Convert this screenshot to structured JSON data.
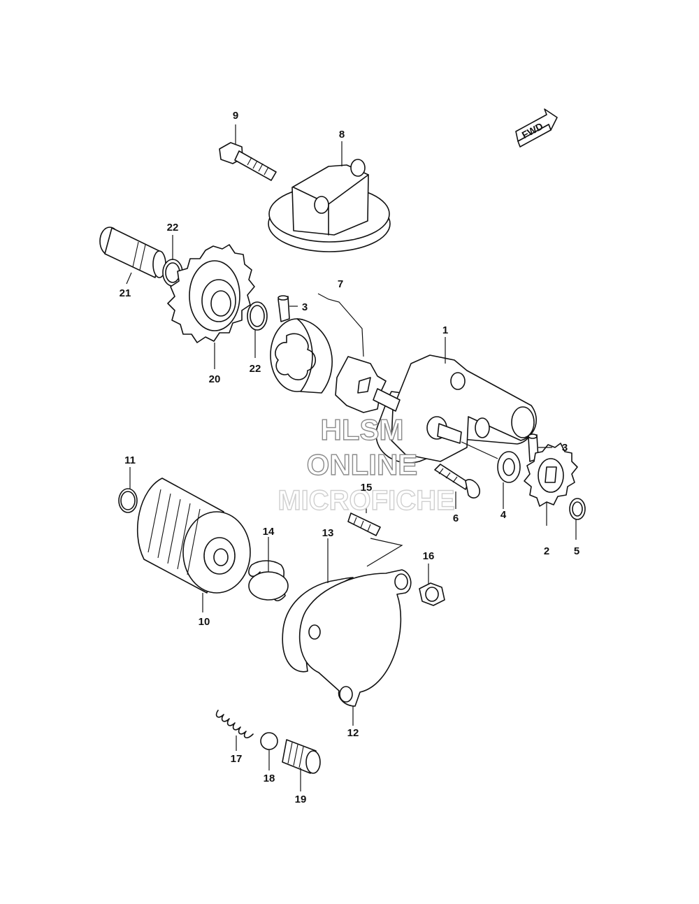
{
  "fwd_label": "FWD",
  "watermark": {
    "line1": "HLSM",
    "line2": "ONLINE",
    "line3": "MICROFICHE"
  },
  "callouts": {
    "c1": "1",
    "c2": "2",
    "c3a": "3",
    "c3b": "3",
    "c4": "4",
    "c5": "5",
    "c6": "6",
    "c7": "7",
    "c8": "8",
    "c9": "9",
    "c10": "10",
    "c11": "11",
    "c12": "12",
    "c13": "13",
    "c14": "14",
    "c15": "15",
    "c16": "16",
    "c17": "17",
    "c18": "18",
    "c19": "19",
    "c20": "20",
    "c21": "21",
    "c22a": "22",
    "c22b": "22"
  }
}
